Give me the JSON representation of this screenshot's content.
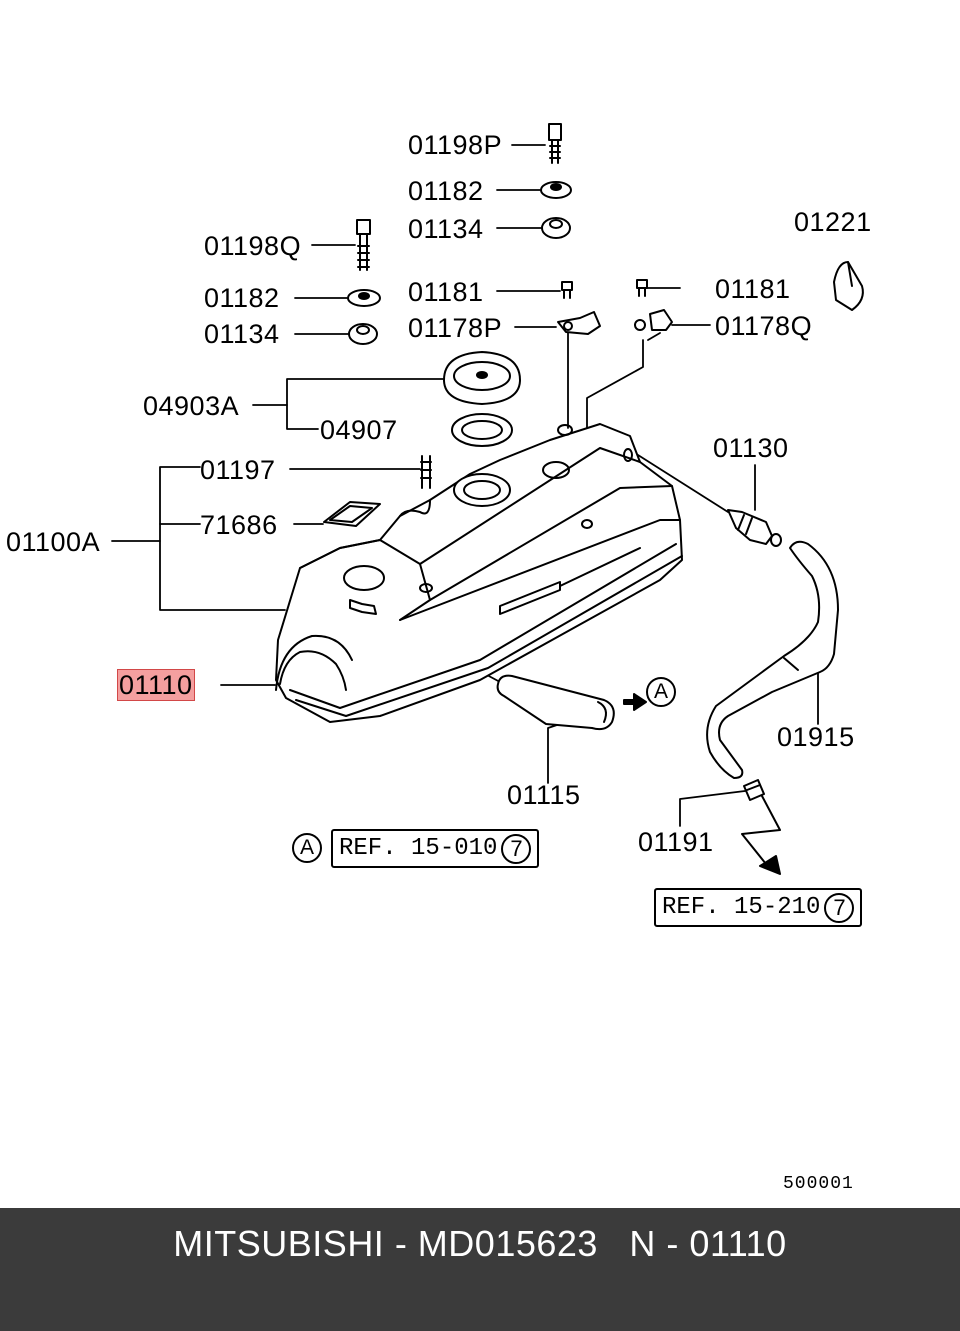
{
  "labels": {
    "p01198P": "01198P",
    "p01182a": "01182",
    "p01134a": "01134",
    "p01221": "01221",
    "p01198Q": "01198Q",
    "p01182b": "01182",
    "p01134b": "01134",
    "p01181a": "01181",
    "p01181b": "01181",
    "p01178P": "01178P",
    "p01178Q": "01178Q",
    "p04903A": "04903A",
    "p04907": "04907",
    "p01197": "01197",
    "p01130": "01130",
    "p71686": "71686",
    "p01100A": "01100A",
    "p01110": "01110",
    "p01915": "01915",
    "p01115": "01115",
    "p01191": "01191"
  },
  "references": {
    "ref1_marker": "A",
    "ref1_text": "REF. 15-010",
    "ref1_num": "7",
    "ref2_text": "REF. 15-210",
    "ref2_num": "7",
    "arrow_marker": "A"
  },
  "drawing_code": "500001",
  "footer": {
    "text": "MITSUBISHI - MD015623   N - 01110"
  },
  "colors": {
    "highlight": "#eb5050",
    "footer_bg": "#3b3b3b",
    "line": "#000000"
  }
}
